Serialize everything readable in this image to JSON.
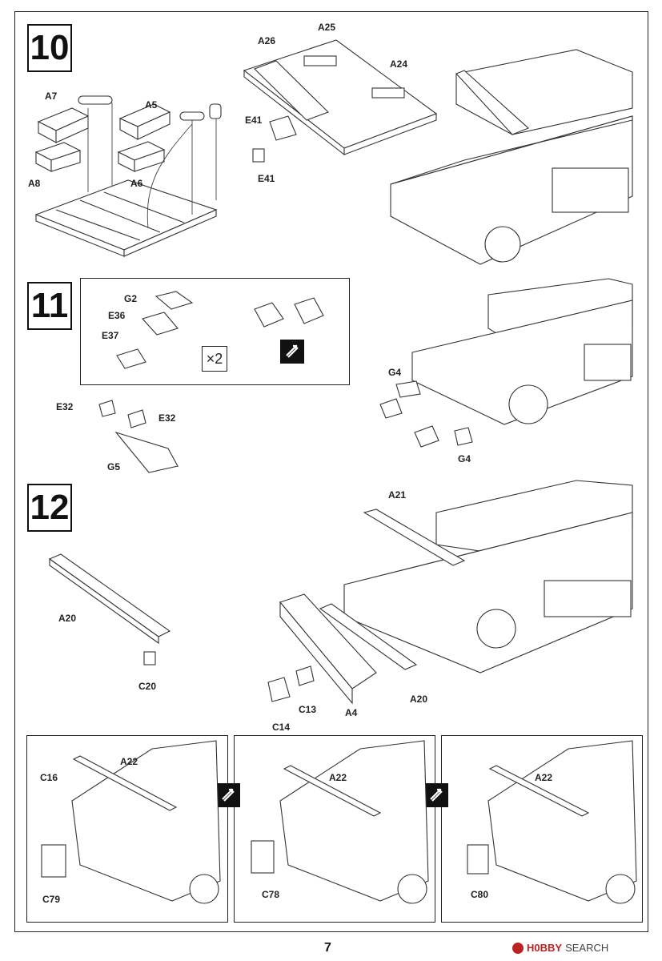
{
  "steps": {
    "s10": "10",
    "s11": "11",
    "s12": "12"
  },
  "labels": {
    "a7": "A7",
    "a5": "A5",
    "a8": "A8",
    "a6": "A6",
    "a26": "A26",
    "a25": "A25",
    "a24": "A24",
    "e41a": "E41",
    "e41b": "E41",
    "g2": "G2",
    "e36": "E36",
    "e37": "E37",
    "multiplier": "×2",
    "g4a": "G4",
    "g4b": "G4",
    "e32a": "E32",
    "e32b": "E32",
    "g5": "G5",
    "a21": "A21",
    "a20a": "A20",
    "c20": "C20",
    "a20b": "A20",
    "a4": "A4",
    "c13": "C13",
    "c14": "C14",
    "c16": "C16",
    "a22a": "A22",
    "c79": "C79",
    "a22b": "A22",
    "c78": "C78",
    "a22c": "A22",
    "c80": "C80"
  },
  "footer": {
    "page_number": "7",
    "watermark_brand": "H0BBY",
    "watermark_rest": "SEARCH"
  },
  "icons": {
    "rotate": "rotate-view-icon"
  }
}
